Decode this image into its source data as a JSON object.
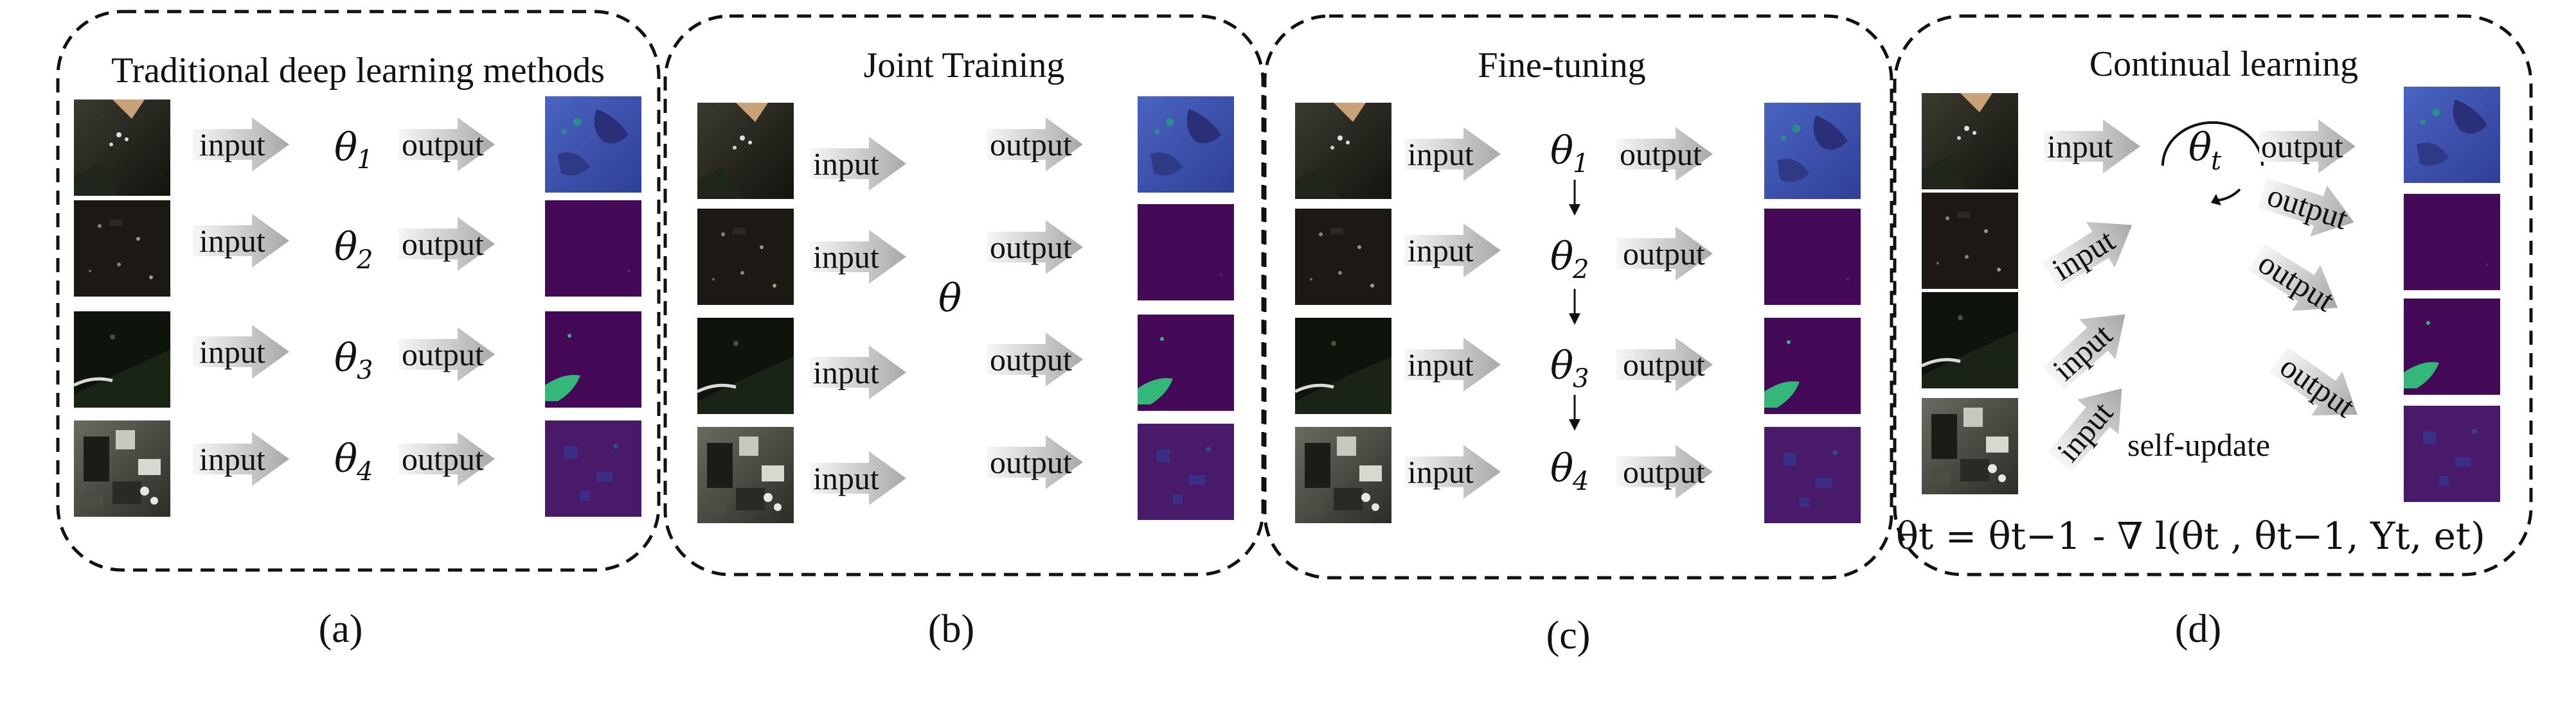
{
  "panels": [
    {
      "id": "a",
      "title": "Traditional deep learning methods",
      "caption": "(a)",
      "rows": [
        {
          "input": "input",
          "param": "θ",
          "param_sub": "1",
          "output": "output"
        },
        {
          "input": "input",
          "param": "θ",
          "param_sub": "2",
          "output": "output"
        },
        {
          "input": "input",
          "param": "θ",
          "param_sub": "3",
          "output": "output"
        },
        {
          "input": "input",
          "param": "θ",
          "param_sub": "4",
          "output": "output"
        }
      ]
    },
    {
      "id": "b",
      "title": "Joint Training",
      "caption": "(b)",
      "shared_param": "θ",
      "rows": [
        {
          "input": "input",
          "output": "output"
        },
        {
          "input": "input",
          "output": "output"
        },
        {
          "input": "input",
          "output": "output"
        },
        {
          "input": "input",
          "output": "output"
        }
      ]
    },
    {
      "id": "c",
      "title": "Fine-tuning",
      "caption": "(c)",
      "rows": [
        {
          "input": "input",
          "param": "θ",
          "param_sub": "1",
          "output": "output"
        },
        {
          "input": "input",
          "param": "θ",
          "param_sub": "2",
          "output": "output"
        },
        {
          "input": "input",
          "param": "θ",
          "param_sub": "3",
          "output": "output"
        },
        {
          "input": "input",
          "param": "θ",
          "param_sub": "4",
          "output": "output"
        }
      ]
    },
    {
      "id": "d",
      "title": "Continual learning",
      "caption": "(d)",
      "param": "θ",
      "param_sub": "t",
      "inputs": [
        "input",
        "input",
        "input",
        "input"
      ],
      "outputs": [
        "output",
        "output",
        "output",
        "output"
      ],
      "self_update": "self-update",
      "formula": "θt = θt−1 - ∇ l(θt , θt−1, Yt, et)"
    }
  ],
  "colors": {
    "border": "#111111",
    "arrow": "#b9b9b9",
    "out_blue": "#3b4fa8",
    "out_purple": "#440a57",
    "out_green": "#35b779"
  }
}
